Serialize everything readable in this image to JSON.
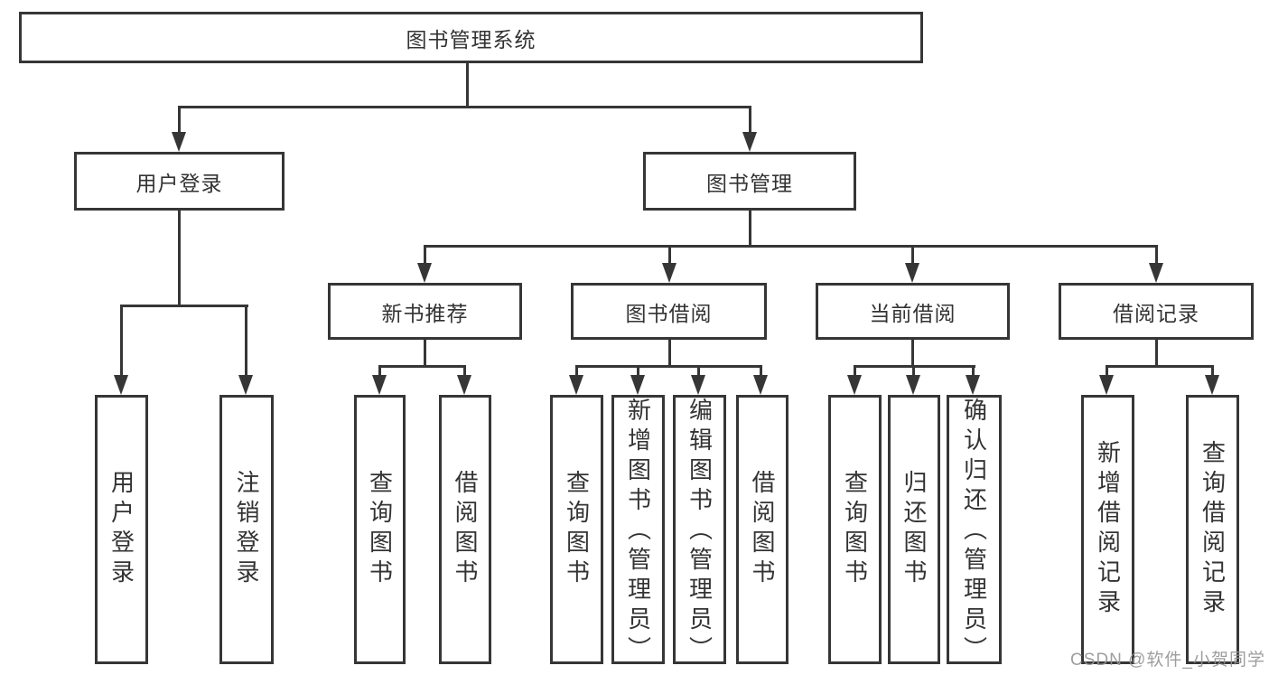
{
  "nodes": {
    "root": "图书管理系统",
    "level2": [
      "用户登录",
      "图书管理"
    ],
    "level3": [
      "新书推荐",
      "图书借阅",
      "当前借阅",
      "借阅记录"
    ]
  },
  "leaves": {
    "user_login": [
      "用户登录",
      "注销登录"
    ],
    "new_books": [
      "查询图书",
      "借阅图书"
    ],
    "book_borrow": [
      "查询图书",
      "新增图书（管理员）",
      "编辑图书（管理员）",
      "借阅图书"
    ],
    "current_borrow": [
      "查询图书",
      "归还图书",
      "确认归还（管理员）"
    ],
    "borrow_records": [
      "新增借阅记录",
      "查询借阅记录"
    ]
  },
  "watermark": {
    "text": "CSDN @软件_小贺同学"
  },
  "colors": {
    "line": "#363636",
    "text": "#333333",
    "background": "#ffffff",
    "watermark": "#949494"
  }
}
